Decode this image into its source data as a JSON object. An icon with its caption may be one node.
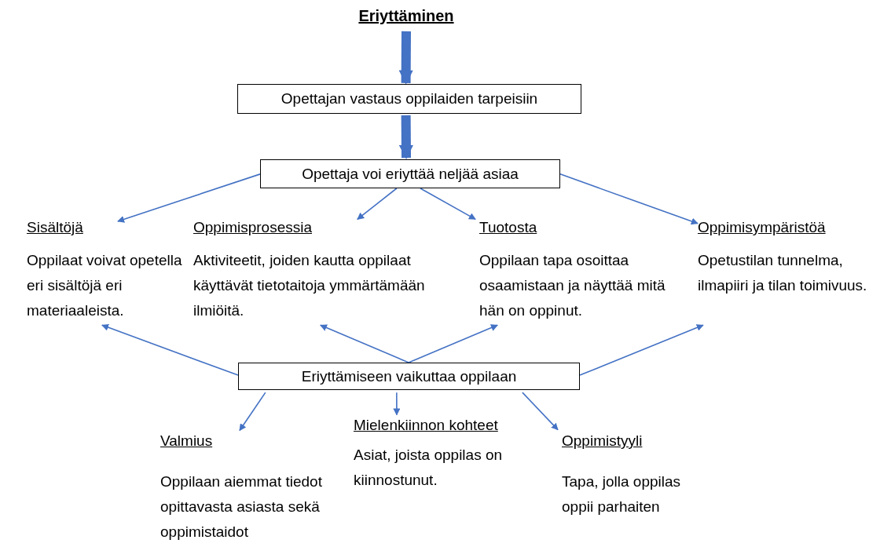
{
  "diagram": {
    "nodes": [
      {
        "text": [
          "Eriyttäminen"
        ]
      },
      {
        "text": [
          "Opettajan vastaus oppilaiden tarpeisiin"
        ]
      },
      {
        "text": [
          "Opettaja voi eriyttää neljää asiaa"
        ]
      },
      {
        "text": [
          "Sisältöjä",
          "Oppilaat voivat opetella eri sisältöjä eri materiaaleista."
        ]
      },
      {
        "text": [
          "Oppimisprosessia",
          "Aktiviteetit, joiden kautta oppilaat käyttävät tietotaitoja ymmärtämään ilmiöitä."
        ]
      },
      {
        "text": [
          "Tuotosta",
          "Oppilaan tapa osoittaa osaamistaan ja näyttää mitä hän on oppinut."
        ]
      },
      {
        "text": [
          "Oppimisympäristöä",
          "Opetustilan tunnelma, ilmapiiri ja tilan toimivuus."
        ]
      },
      {
        "text": [
          "Eriyttämiseen vaikuttaa oppilaan"
        ]
      },
      {
        "text": [
          "Valmius",
          "Oppilaan aiemmat tiedot opittavasta asiasta sekä oppimistaidot"
        ]
      },
      {
        "text": [
          "Mielenkiinnon kohteet",
          "Asiat, joista oppilas on kiinnostunut."
        ]
      },
      {
        "text": [
          "Oppimistyyli",
          "Tapa, jolla oppilas oppii parhaiten"
        ]
      }
    ],
    "edges": [
      {
        "from": 0,
        "to": 1,
        "arrow": "to",
        "style": "thick"
      },
      {
        "from": 1,
        "to": 2,
        "arrow": "to",
        "style": "thick"
      },
      {
        "from": 2,
        "to": 3,
        "arrow": "to"
      },
      {
        "from": 2,
        "to": 4,
        "arrow": "to"
      },
      {
        "from": 2,
        "to": 5,
        "arrow": "to"
      },
      {
        "from": 2,
        "to": 6,
        "arrow": "to"
      },
      {
        "from": 7,
        "to": 3,
        "arrow": "to"
      },
      {
        "from": 7,
        "to": 4,
        "arrow": "to"
      },
      {
        "from": 7,
        "to": 5,
        "arrow": "to"
      },
      {
        "from": 7,
        "to": 6,
        "arrow": "to"
      },
      {
        "from": 7,
        "to": 8,
        "arrow": "to"
      },
      {
        "from": 7,
        "to": 9,
        "arrow": "to"
      },
      {
        "from": 7,
        "to": 10,
        "arrow": "to"
      }
    ]
  }
}
